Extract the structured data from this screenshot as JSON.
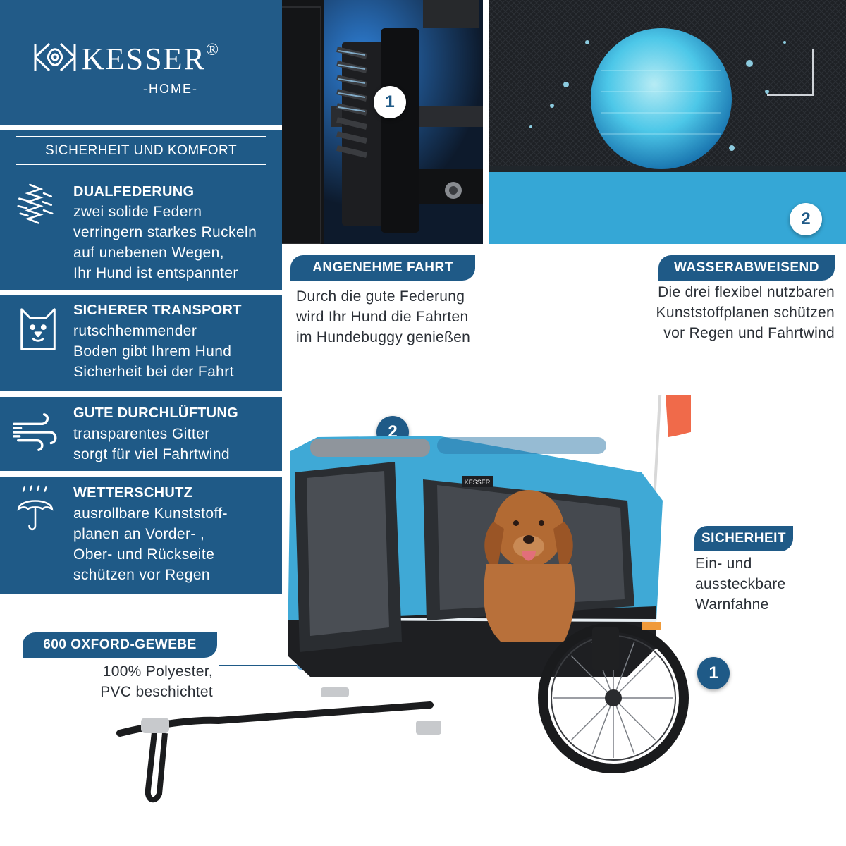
{
  "brand": {
    "name": "KESSER",
    "registered": "®",
    "subline": "-HOME-"
  },
  "section_title": "SICHERHEIT UND KOMFORT",
  "features": [
    {
      "icon": "spring-icon",
      "title": "DUALFEDERUNG",
      "lines": [
        "zwei solide Federn",
        "verringern starkes Ruckeln",
        "auf unebenen Wegen,",
        "Ihr Hund ist entspannter"
      ]
    },
    {
      "icon": "dog-icon",
      "title": "SICHERER TRANSPORT",
      "lines": [
        "rutschhemmender",
        "Boden gibt Ihrem Hund",
        "Sicherheit bei der Fahrt"
      ]
    },
    {
      "icon": "wind-icon",
      "title": "GUTE DURCHLÜFTUNG",
      "lines": [
        "transparentes Gitter",
        "sorgt für viel Fahrtwind"
      ]
    },
    {
      "icon": "umbrella-icon",
      "title": "WETTERSCHUTZ",
      "lines": [
        "ausrollbare Kunststoff-",
        "planen an Vorder- ,",
        "Ober- und Rückseite",
        "schützen vor Regen"
      ]
    }
  ],
  "callouts": {
    "fahrt": {
      "label": "ANGENEHME FAHRT",
      "lines": [
        "Durch die gute Federung",
        "wird Ihr Hund die Fahrten",
        "im Hundebuggy genießen"
      ]
    },
    "wasser": {
      "label": "WASSERABWEISEND",
      "lines": [
        "Die drei flexibel nutzbaren",
        "Kunststoffplanen schützen",
        "vor Regen und Fahrtwind"
      ]
    },
    "sicherheit": {
      "label": "SICHERHEIT",
      "lines": [
        "Ein- und",
        "aussteckbare",
        "Warnfahne"
      ]
    },
    "gewebe": {
      "label": "600 OXFORD-GEWEBE",
      "lines": [
        "100% Polyester,",
        "PVC beschichtet"
      ]
    }
  },
  "badges": {
    "one": "1",
    "two": "2"
  },
  "product_label": "KESSER",
  "colors": {
    "brand_blue": "#1f5a87",
    "trailer_blue": "#3fa9d6",
    "flag_orange": "#f06a4a"
  }
}
